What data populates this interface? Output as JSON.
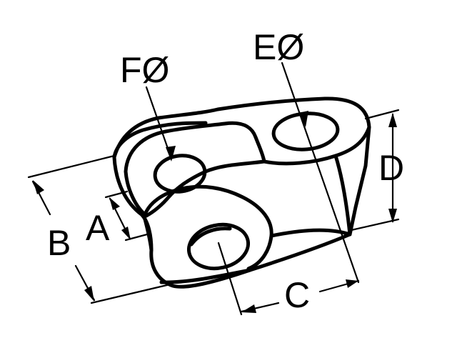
{
  "labels": {
    "f_dia": "FØ",
    "e_dia": "EØ",
    "a": "A",
    "b": "B",
    "c": "C",
    "d": "D"
  },
  "colors": {
    "line": "#000000",
    "background": "#ffffff"
  }
}
